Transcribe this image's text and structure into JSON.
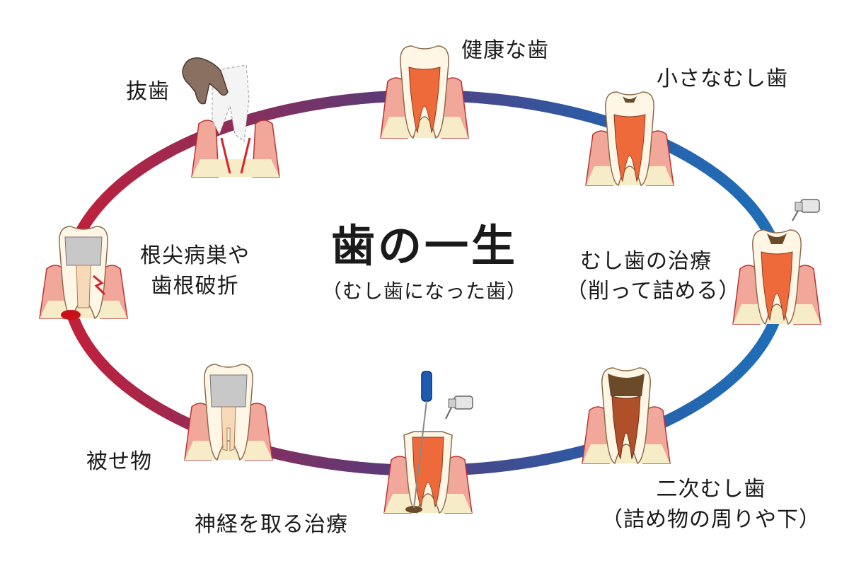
{
  "title": "歯の一生",
  "subtitle": "（むし歯になった歯）",
  "stages": [
    {
      "id": "healthy",
      "label": [
        "健康な歯"
      ]
    },
    {
      "id": "small-caries",
      "label": [
        "小さなむし歯"
      ]
    },
    {
      "id": "caries-treatment",
      "label": [
        "むし歯の治療",
        "（削って詰める）"
      ]
    },
    {
      "id": "secondary-caries",
      "label": [
        "二次むし歯",
        "（詰め物の周りや下）"
      ]
    },
    {
      "id": "root-canal",
      "label": [
        "神経を取る治療"
      ]
    },
    {
      "id": "crown",
      "label": [
        "被せ物"
      ]
    },
    {
      "id": "apical-lesion",
      "label": [
        "根尖病巣や",
        "歯根破折"
      ]
    },
    {
      "id": "extraction",
      "label": [
        "抜歯"
      ]
    }
  ],
  "colors": {
    "ring_blue": "#1f6fb8",
    "ring_red": "#c2203a",
    "ring_purple": "#5a3a78",
    "gum": "#f2a79b",
    "bone": "#f7ecc8",
    "pulp": "#ee6a3a",
    "enamel": "#fff6e6",
    "decay": "#6b4a2a",
    "filling": "#c8c8c8",
    "extracted": "#8a7060",
    "file_handle": "#1e5bb5"
  }
}
